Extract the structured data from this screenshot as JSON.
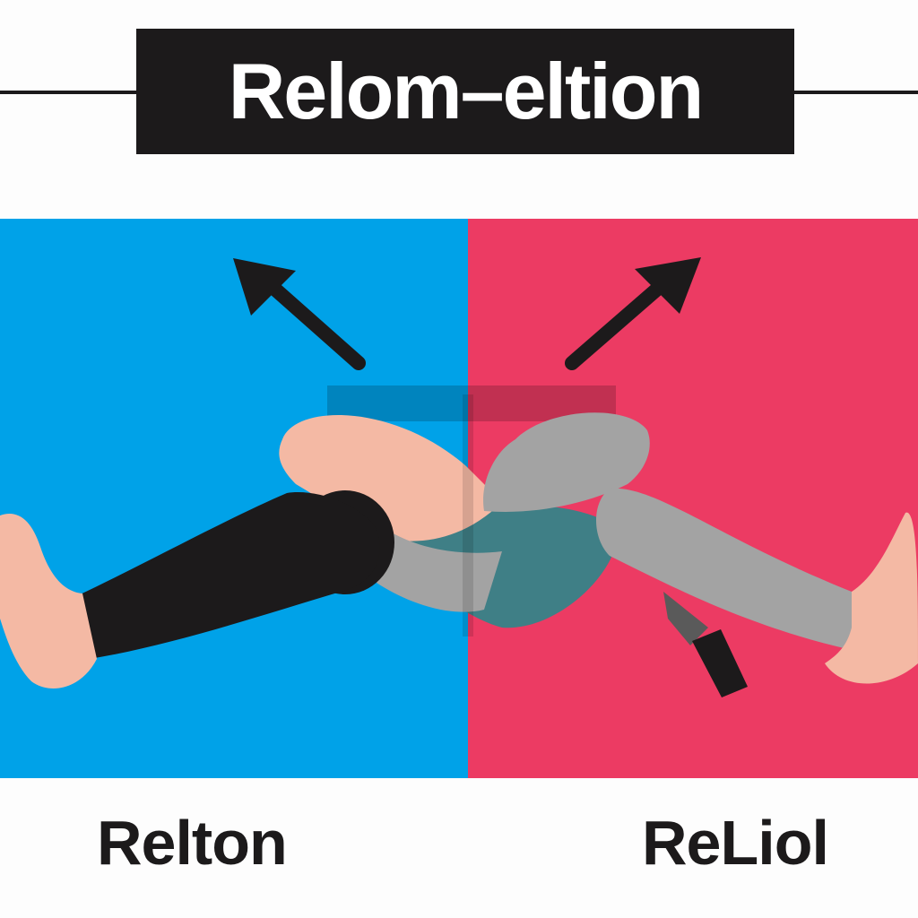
{
  "title": "Relom–eltion",
  "labels": {
    "left": "Relton",
    "right": "ReLiol"
  },
  "colors": {
    "title_bg": "#1c1a1b",
    "left_panel": "#00a2e8",
    "right_panel": "#ec3b63",
    "skin": "#f4b9a4",
    "legging_black": "#1c1a1b",
    "legging_gray": "#a3a3a3"
  },
  "icons": [
    "arrow-up-left-icon",
    "arrow-up-right-icon"
  ]
}
